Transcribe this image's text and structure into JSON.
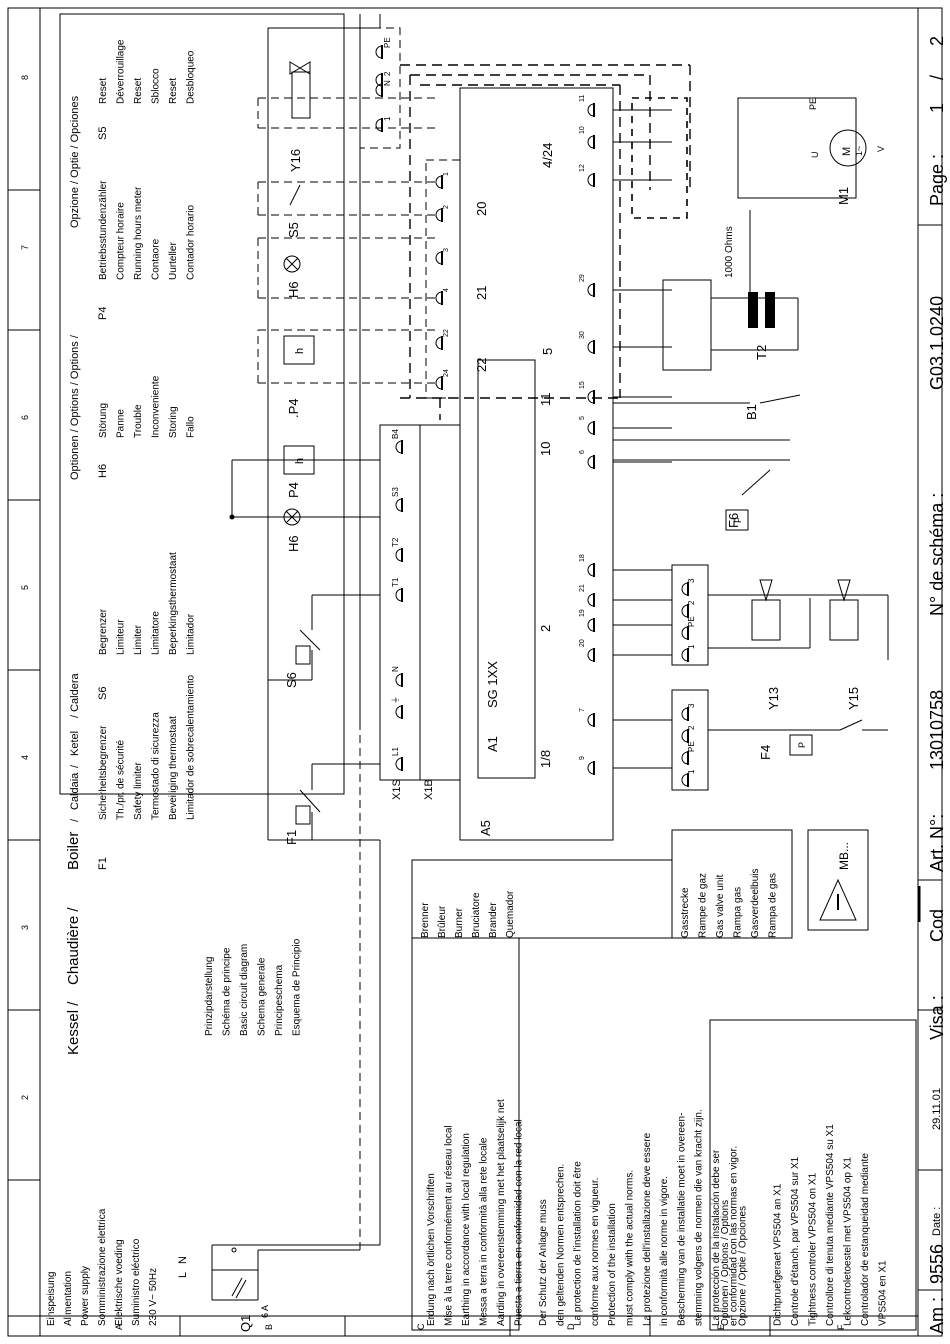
{
  "title_block": {
    "am_label": "Am :",
    "am_value": "9556",
    "date_label": "Date :",
    "date_value": "29.11.01",
    "visa_label": "Visa :",
    "cod_label": "Cod",
    "art_label": "Art. N°:",
    "art_value": "13010758",
    "schema_label": "N° de schéma :",
    "schema_value": "G03.1.0240",
    "page_label": "Page :",
    "page_value": "1",
    "page_sep": "/",
    "page_total": "2"
  },
  "grid": {
    "columns": [
      "8",
      "7",
      "6",
      "5",
      "4",
      "3",
      "2"
    ],
    "rows": [
      "A",
      "B",
      "C",
      "D",
      "E",
      "F"
    ]
  },
  "header": {
    "boiler": [
      "Kessel /",
      "Chaudière /",
      "Boiler",
      "/",
      "Caldaia",
      "/",
      "Ketel",
      "/ Caldera"
    ],
    "options": [
      "Optionen / Options / Options /",
      "Opzione / Optie / Opciones"
    ]
  },
  "legend": {
    "f1": {
      "code": "F1",
      "lines": [
        "Sicherheitsbegrenzer",
        "Th./pr. de sécurité",
        "Safety limiter",
        "Termostado di sicurezza",
        "Beveiliging thermostaat",
        "Limitador de sobrecalentamiento"
      ]
    },
    "s6": {
      "code": "S6",
      "lines": [
        "Begrenzer",
        "Limiteur",
        "Limiter",
        "Limitatore",
        "Beperkingsthermostaat",
        "Limitador"
      ]
    },
    "h6": {
      "code": "H6",
      "lines": [
        "Störung",
        "Panne",
        "Trouble",
        "Inconveniente",
        "Storing",
        "Fallo"
      ]
    },
    "p4": {
      "code": "P4",
      "lines": [
        "Betriebsstundenzähler",
        "Compteur horaire",
        "Running hours meter",
        "Contaore",
        "Uurteller",
        "Contador horario"
      ]
    },
    "s5": {
      "code": "S5",
      "lines": [
        "Reset",
        "Déverrouillage",
        "Reset",
        "Sblocco",
        "Reset",
        "Desbloqueo"
      ]
    }
  },
  "principle": [
    "Prinzipdarstellung",
    "Schéma de principe",
    "Basic circuit diagram",
    "Schema generale",
    "Principeschema",
    "Esquema de Principio"
  ],
  "power": [
    "Einspeisung",
    "Alimentation",
    "Power supply",
    "Somministrazione elettrica",
    "Elektrische voeding",
    "Suministro eléctrico",
    "230 V~  50Hz"
  ],
  "earthing": [
    "Erdung nach örtlichen Vorschriften",
    "Mise à la terre conformément au réseau local",
    "Earthing in accordance with local regulation",
    "Messa a terra in conformità alla rete locale",
    "Aarding in overeenstemming met het plaatselijk net",
    "Puesta a tierra en conformidad con la red local"
  ],
  "protection": [
    "Der Schutz der Anlage muss",
    "den geltenden Normen entsprechen.",
    "La protection de l'installation doit être",
    "conforme aux normes en vigueur.",
    "Protection of the installation",
    "must comply with the actual norms.",
    "La protezione dell'installazione deve essere",
    "in conformità alle norme in vigore.",
    "Bescherming van de installatie moet in overeen-",
    "stemming volgens de normen die van kracht zijn.",
    "La protección de la instalación debe ser",
    "en conformidad con las normas en vigor."
  ],
  "options_box": [
    "Optionen / Options / Options",
    "Opzione / Optie / Opciones",
    "",
    "Dichtpruefgeraet VPS504 an X1",
    "Controle d'étanch. par VPS504 sur X1",
    "Tightness controler VPS504 on X1",
    "Controllore di tenuta mediante VPS504 su X1",
    "Lekcontroletoestel met VPS504 op X1",
    "Controlador de estanqueidad mediante",
    "VPS504 en X1"
  ],
  "burner": [
    "Brenner",
    "Brûleur",
    "Burner",
    "Bruciatore",
    "Brander",
    "Quemador"
  ],
  "gas": [
    "Gasstrecke",
    "Rampe de gaz",
    "Gas valve unit",
    "Rampa gas",
    "Gasverdeelbuis",
    "Rampa de gas"
  ],
  "mb_label": "MB...",
  "labels": {
    "q1": "Q1",
    "q1_amp": "6 A",
    "f1": "F1",
    "s6": "S6",
    "h6a": "H6",
    "p4a": "P4",
    "p4b": ".P4",
    "h6b": "H6",
    "s5": "S5",
    "y16": "Y16",
    "x1s": "X1S",
    "x1b": "X1B",
    "a5": "A5",
    "a1": "A1",
    "sg1xx": "SG 1XX",
    "f4": "F4",
    "f6": "F6",
    "y13": "Y13",
    "y15": "Y15",
    "b1": "B1",
    "t2": "T2",
    "ohms": "1000 Ohms",
    "m1": "M1",
    "motor_m": "M",
    "motor_ac": "1~",
    "pe": "PE",
    "u": "U",
    "v": "V",
    "h": "h",
    "p": "P",
    "t": "T",
    "l": "L",
    "n": "N"
  },
  "x1s_terminals": [
    "L1",
    "⏚",
    "N",
    "T1",
    "T2",
    "S3",
    "B4"
  ],
  "opt_terminals": [
    "24",
    "22",
    "4",
    "3",
    "2",
    "1"
  ],
  "sg_pins": [
    "1/8",
    "2",
    "10",
    "11",
    "22",
    "21",
    "20",
    "5",
    "4/24"
  ],
  "low_terminals": [
    "9",
    "7",
    "20",
    "19",
    "21",
    "18",
    "6",
    "5",
    "15",
    "30",
    "29",
    "12",
    "10",
    "11"
  ],
  "plug_pins": [
    "1",
    "PE",
    "2",
    "3"
  ],
  "motor_plug": [
    "N",
    "1",
    "2",
    "PE",
    "L"
  ]
}
